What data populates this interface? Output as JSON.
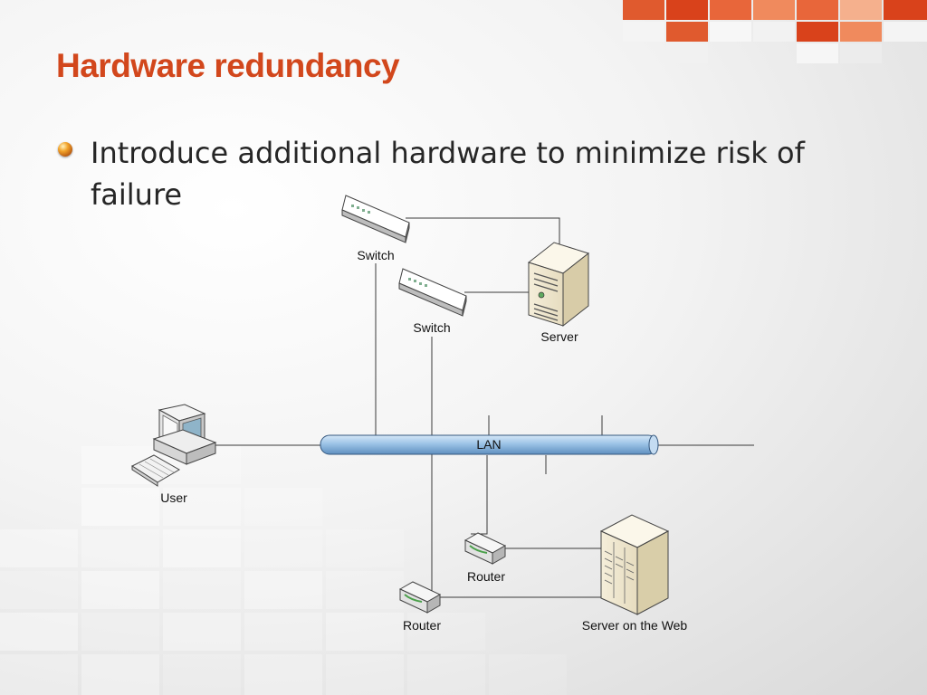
{
  "slide": {
    "title": "Hardware redundancy",
    "bullet": "Introduce additional hardware to minimize risk of failure"
  },
  "colors": {
    "title": "#d2471c",
    "accent_tiles": [
      "#d9421b",
      "#e8663a",
      "#f08a5d",
      "#f5b08d"
    ],
    "lan_cable": "#9cc3e6"
  },
  "diagram": {
    "nodes": {
      "switch_1": {
        "label": "Switch",
        "icon": "network-switch-icon"
      },
      "switch_2": {
        "label": "Switch",
        "icon": "network-switch-icon"
      },
      "server": {
        "label": "Server",
        "icon": "tower-server-icon"
      },
      "user": {
        "label": "User",
        "icon": "desktop-computer-icon"
      },
      "lan": {
        "label": "LAN",
        "icon": "lan-bus-cable"
      },
      "router_1": {
        "label": "Router",
        "icon": "router-icon"
      },
      "router_2": {
        "label": "Router",
        "icon": "router-icon"
      },
      "web_server": {
        "label": "Server on the Web",
        "icon": "web-server-icon"
      }
    }
  }
}
